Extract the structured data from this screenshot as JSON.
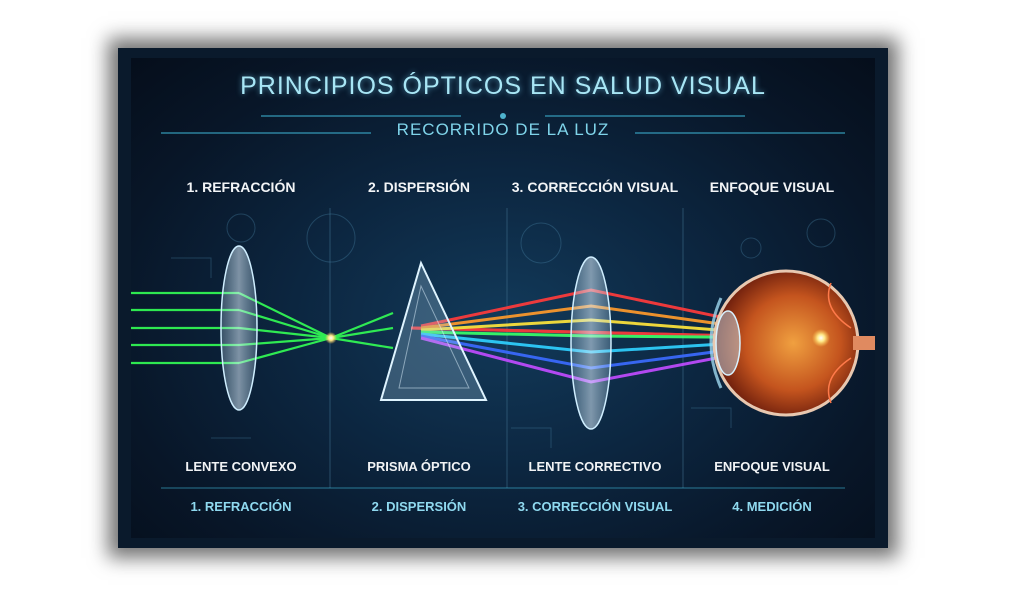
{
  "title": "PRINCIPIOS ÓPTICOS EN SALUD VISUAL",
  "subtitle": "RECORRIDO DE LA LUZ",
  "columns": [
    {
      "heading": "1. REFRACCIÓN",
      "element_label": "LENTE CONVEXO",
      "footer": "1. REFRACCIÓN"
    },
    {
      "heading": "2. DISPERSIÓN",
      "element_label": "PRISMA ÓPTICO",
      "footer": "2. DISPERSIÓN"
    },
    {
      "heading": "3. CORRECCIÓN VISUAL",
      "element_label": "LENTE CORRECTIVO",
      "footer": "3. CORRECCIÓN VISUAL"
    },
    {
      "heading": "ENFOQUE VISUAL",
      "element_label": "ENFOQUE VISUAL",
      "footer": "4. MEDICIÓN"
    }
  ],
  "colors": {
    "accent": "#7fd4ea",
    "green_beam": "#33ff55",
    "spectrum": [
      "#ff3b3b",
      "#ff9a2b",
      "#ffe53b",
      "#3bff6a",
      "#2fd0ff",
      "#3b6bff",
      "#c04bff"
    ]
  }
}
